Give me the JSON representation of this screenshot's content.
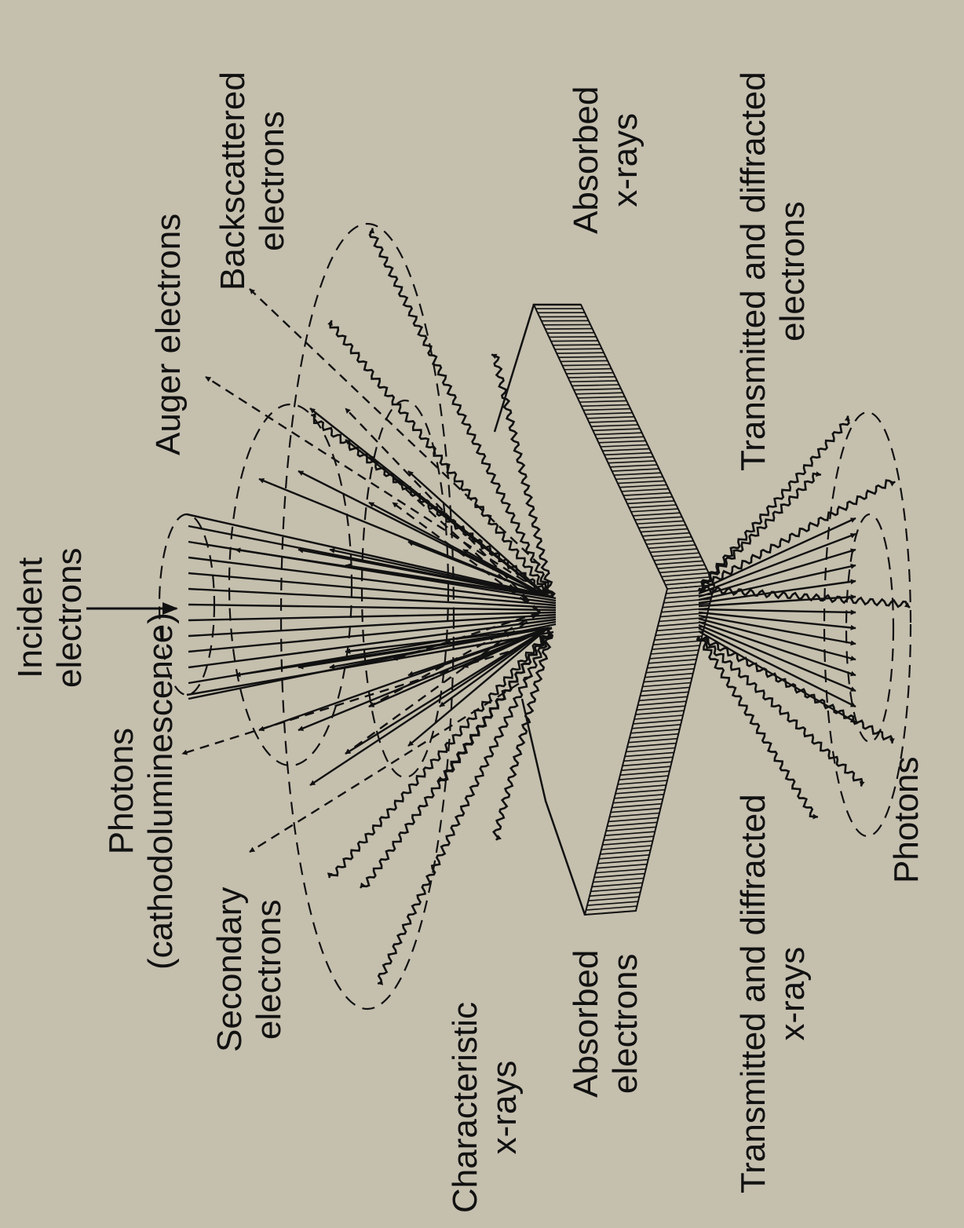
{
  "diagram": {
    "labels": {
      "incident_electrons": [
        "Incident",
        "electrons"
      ],
      "photons_cathodoluminescence": [
        "Photons",
        "(cathodoluminescence)"
      ],
      "secondary_electrons": [
        "Secondary",
        "electrons"
      ],
      "characteristic_xrays": [
        "Characteristic",
        "x-rays"
      ],
      "absorbed_electrons": [
        "Absorbed",
        "electrons"
      ],
      "transmitted_diffracted_xrays": [
        "Transmitted and diffracted",
        "x-rays"
      ],
      "photons": [
        "Photons"
      ],
      "transmitted_diffracted_electrons": [
        "Transmitted and diffracted",
        "electrons"
      ],
      "absorbed_xrays": [
        "Absorbed",
        "x-rays"
      ],
      "auger_electrons": [
        "Auger electrons"
      ],
      "backscattered_electrons": [
        "Backscattered",
        "electrons"
      ]
    },
    "colors": {
      "background": "#c5bfae",
      "ink": "#111111"
    }
  }
}
